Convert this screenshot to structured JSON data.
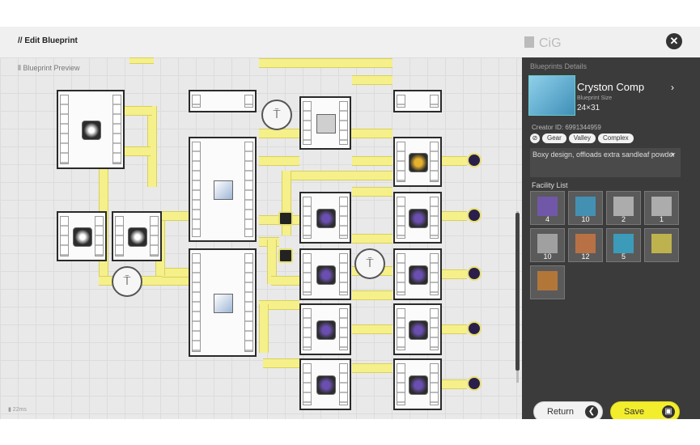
{
  "header": {
    "title": "// Edit Blueprint",
    "close_icon": "close-icon"
  },
  "canvas": {
    "label": "Blueprint Preview",
    "status": "22ms"
  },
  "details": {
    "heading": "Blueprints Details",
    "name": "Cryston Comp",
    "size_label": "Blueprint Size",
    "size": "24×31",
    "creator": "Creator ID: 6991344959",
    "tags": [
      "Gear",
      "Valley",
      "Complex"
    ],
    "description": "Boxy design, offloads extra sandleaf powder",
    "facility_list_label": "Facility List",
    "facilities": [
      {
        "count": "4",
        "color": "#7a56c9"
      },
      {
        "count": "10",
        "color": "#3ba6d8"
      },
      {
        "count": "2",
        "color": "#cfcfcf"
      },
      {
        "count": "1",
        "color": "#cfcfcf"
      },
      {
        "count": "10",
        "color": "#bdbdbd"
      },
      {
        "count": "12",
        "color": "#e07a3a"
      },
      {
        "count": "5",
        "color": "#2fb7e0"
      },
      {
        "count": "",
        "color": "#e8d74a"
      },
      {
        "count": "",
        "color": "#d9822b"
      }
    ]
  },
  "buttons": {
    "return_label": "Return",
    "save_label": "Save"
  },
  "colors": {
    "belt": "#f5f08a",
    "panel": "#3b3b3b",
    "save": "#f3ee2c"
  }
}
